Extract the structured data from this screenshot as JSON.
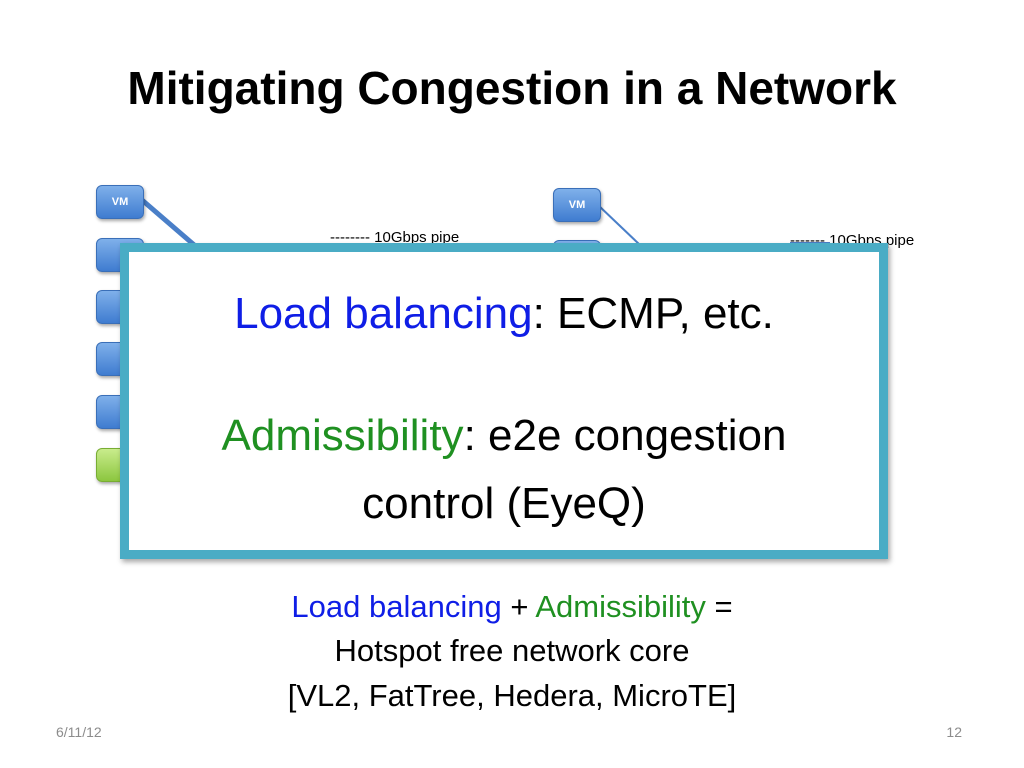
{
  "slide": {
    "title": "Mitigating Congestion in a Network",
    "diagram": {
      "vm_label": "VM",
      "left_pipe_label": "-------- 10Gbps pipe",
      "right_pipe_label": "------- 10Gbps pipe"
    },
    "overlay": {
      "line1_highlight": "Load balancing",
      "line1_rest": ": ECMP, etc.",
      "line2_highlight": "Admissibility",
      "line2_rest": ": e2e congestion",
      "line3": "control (EyeQ)"
    },
    "summary": {
      "term1": "Load balancing",
      "plus": "+",
      "term2": "Admissibility",
      "equals": "=",
      "line2": "Hotspot free network core",
      "line3": "[VL2, FatTree, Hedera, MicroTE]"
    },
    "footer": {
      "date": "6/11/12",
      "page_number": "12"
    }
  },
  "colors": {
    "blue_text": "#0f1ee6",
    "green_text": "#1f9021",
    "overlay_border": "#4aacc5",
    "vm_blue": "#3f7cd0",
    "vm_green": "#8cc63f"
  }
}
